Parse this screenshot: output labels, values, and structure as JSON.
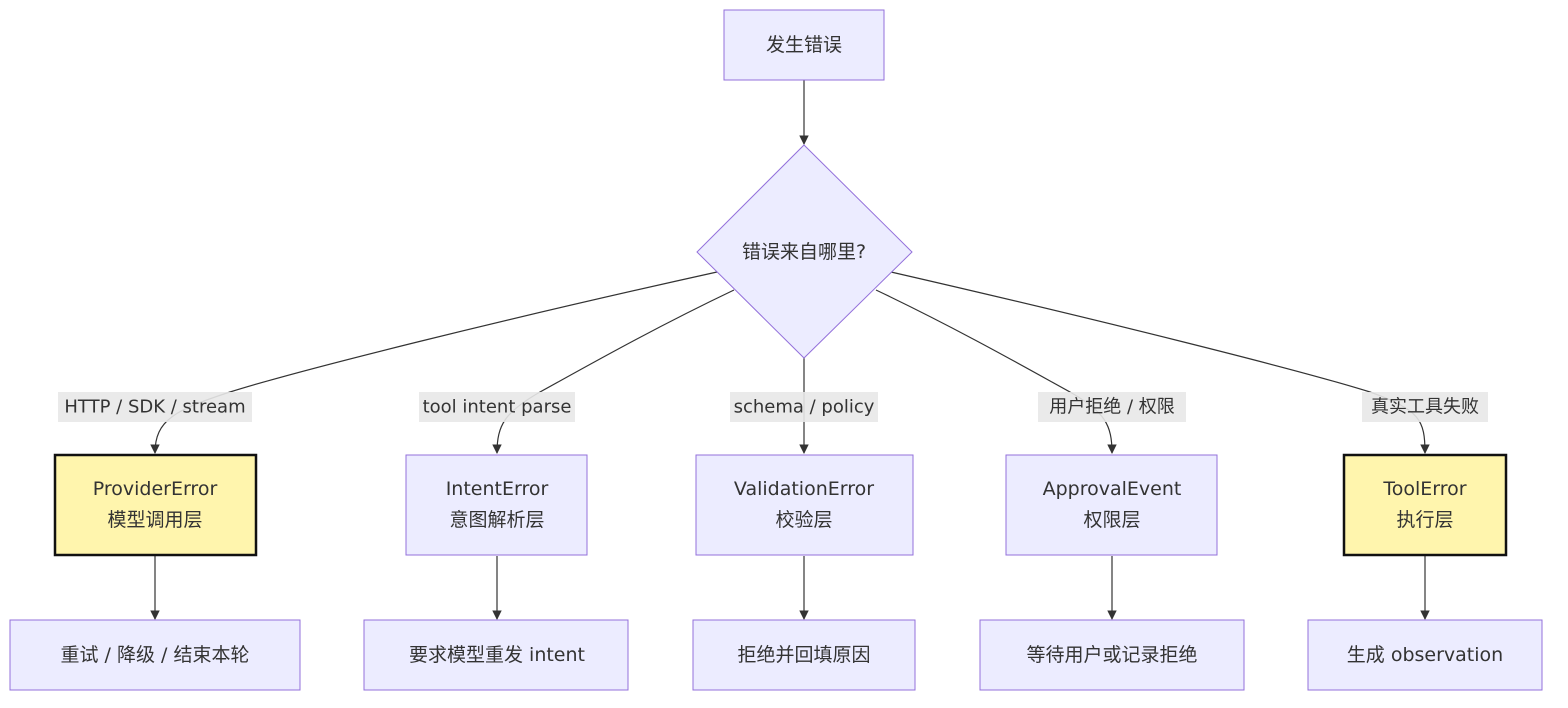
{
  "start": {
    "label": "发生错误"
  },
  "decision": {
    "label": "错误来自哪里?"
  },
  "branches": [
    {
      "edge_label": "HTTP / SDK / stream",
      "error_line1": "ProviderError",
      "error_line2": "模型调用层",
      "highlight": true,
      "action": "重试 / 降级 / 结束本轮"
    },
    {
      "edge_label": "tool intent parse",
      "error_line1": "IntentError",
      "error_line2": "意图解析层",
      "highlight": false,
      "action": "要求模型重发 intent"
    },
    {
      "edge_label": "schema / policy",
      "error_line1": "ValidationError",
      "error_line2": "校验层",
      "highlight": false,
      "action": "拒绝并回填原因"
    },
    {
      "edge_label": "用户拒绝 / 权限",
      "error_line1": "ApprovalEvent",
      "error_line2": "权限层",
      "highlight": false,
      "action": "等待用户或记录拒绝"
    },
    {
      "edge_label": "真实工具失败",
      "error_line1": "ToolError",
      "error_line2": "执行层",
      "highlight": true,
      "action": "生成 observation"
    }
  ]
}
